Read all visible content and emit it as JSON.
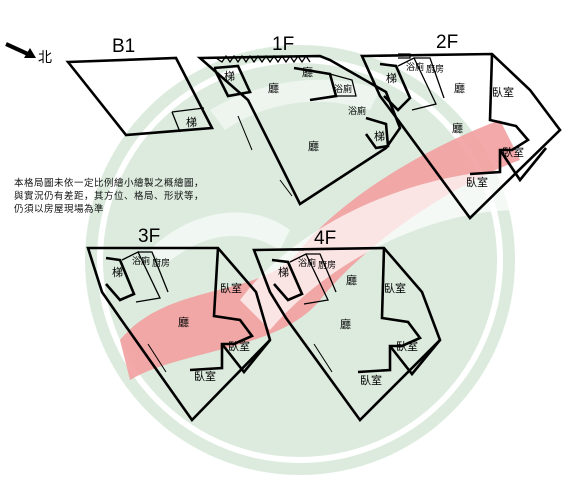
{
  "compass": {
    "north_label": "北"
  },
  "floors": {
    "b1": {
      "label": "B1",
      "rooms": {
        "stair": "梯"
      }
    },
    "f1": {
      "label": "1F",
      "rooms": {
        "stair_a": "梯",
        "living_a": "廳",
        "bath": "浴廁",
        "stair_b": "梯",
        "living_b": "廳",
        "living_c": "廳",
        "bath_b": "浴廁"
      }
    },
    "f2": {
      "label": "2F",
      "rooms": {
        "stair": "梯",
        "bath": "浴廁",
        "kitchen": "廚房",
        "living_a": "廳",
        "living_b": "廳",
        "bedroom_a": "臥室",
        "bedroom_b": "臥室",
        "bedroom_c": "臥室"
      }
    },
    "f3": {
      "label": "3F",
      "rooms": {
        "stair": "梯",
        "bath": "浴廁",
        "kitchen": "廚房",
        "living": "廳",
        "bedroom_a": "臥室",
        "bedroom_b": "臥室",
        "bedroom_c": "臥室"
      }
    },
    "f4": {
      "label": "4F",
      "rooms": {
        "stair": "梯",
        "bath": "浴廁",
        "kitchen": "廚房",
        "living_a": "廳",
        "living_b": "廳",
        "bedroom_a": "臥室",
        "bedroom_b": "臥室",
        "bedroom_c": "臥室"
      }
    }
  },
  "disclaimer": {
    "line1": "本格局圖未依一定比例繪小繪製之概繪圖，",
    "line2": "與實況仍有差距，其方位、格局、形狀等，",
    "line3": "仍須以房屋現場為準"
  },
  "colors": {
    "watermark_green": "#cfe3d2",
    "watermark_red": "#ef9c9c",
    "line": "#000000"
  }
}
